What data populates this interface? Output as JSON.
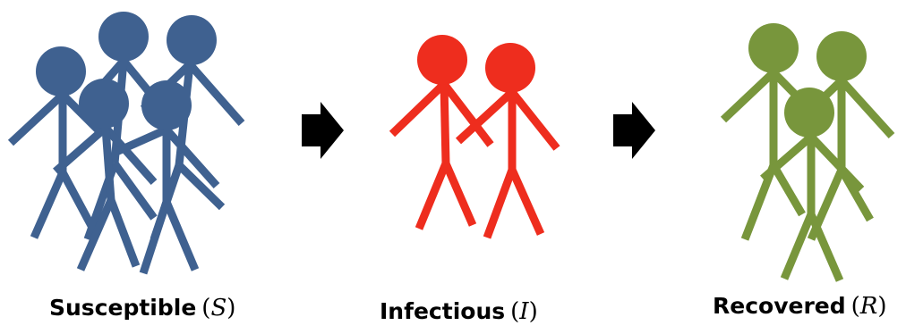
{
  "colors": {
    "susceptible": "#3f6190",
    "infectious": "#ee2d1e",
    "recovered": "#78963c",
    "arrow": "#000000"
  },
  "groups": [
    {
      "label": "Susceptible",
      "symbol": "S",
      "icon": "stick-figure-group-icon",
      "count": 5
    },
    {
      "label": "Infectious",
      "symbol": "I",
      "icon": "stick-figure-group-icon",
      "count": 2
    },
    {
      "label": "Recovered",
      "symbol": "R",
      "icon": "stick-figure-group-icon",
      "count": 3
    }
  ],
  "arrows": [
    {
      "from": "Susceptible",
      "to": "Infectious",
      "icon": "right-arrow-icon"
    },
    {
      "from": "Infectious",
      "to": "Recovered",
      "icon": "right-arrow-icon"
    }
  ]
}
